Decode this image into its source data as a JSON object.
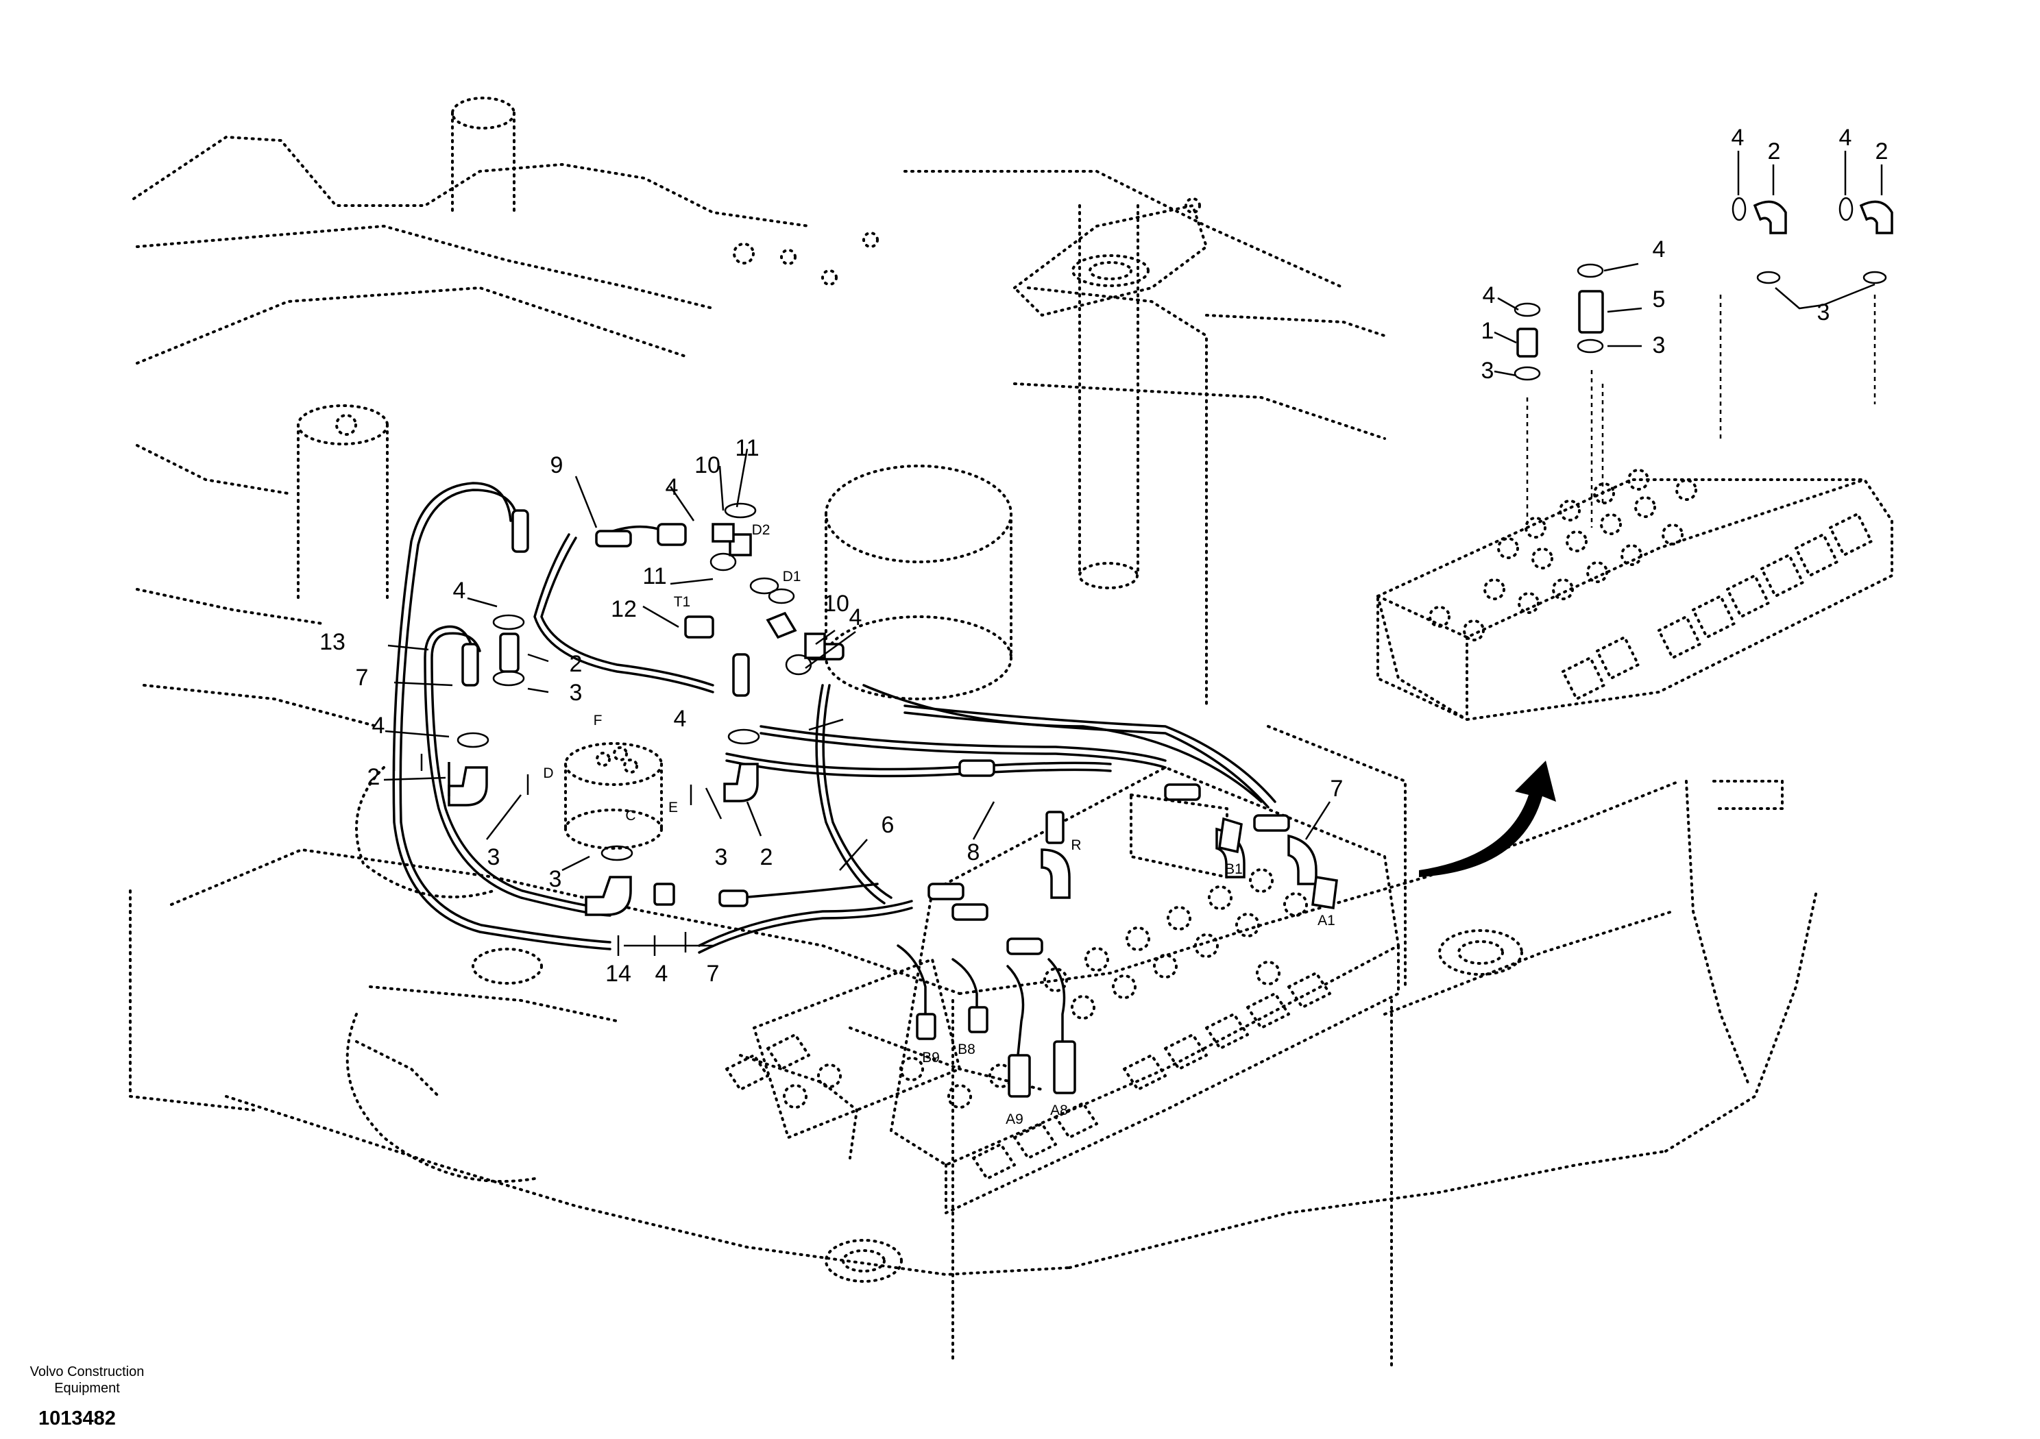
{
  "callouts": [
    "1",
    "2",
    "3",
    "4",
    "5",
    "6",
    "7",
    "8",
    "9",
    "10",
    "11",
    "12",
    "13",
    "14"
  ],
  "ports": {
    "A1": "A1",
    "A8": "A8",
    "A9": "A9",
    "B1": "B1",
    "B8": "B8",
    "B9": "B9",
    "C": "C",
    "D": "D",
    "D1": "D1",
    "D2": "D2",
    "E": "E",
    "F": "F",
    "R": "R",
    "T1": "T1"
  },
  "footer": {
    "brand_line1": "Volvo Construction",
    "brand_line2": "Equipment",
    "figure_number": "1013482"
  }
}
